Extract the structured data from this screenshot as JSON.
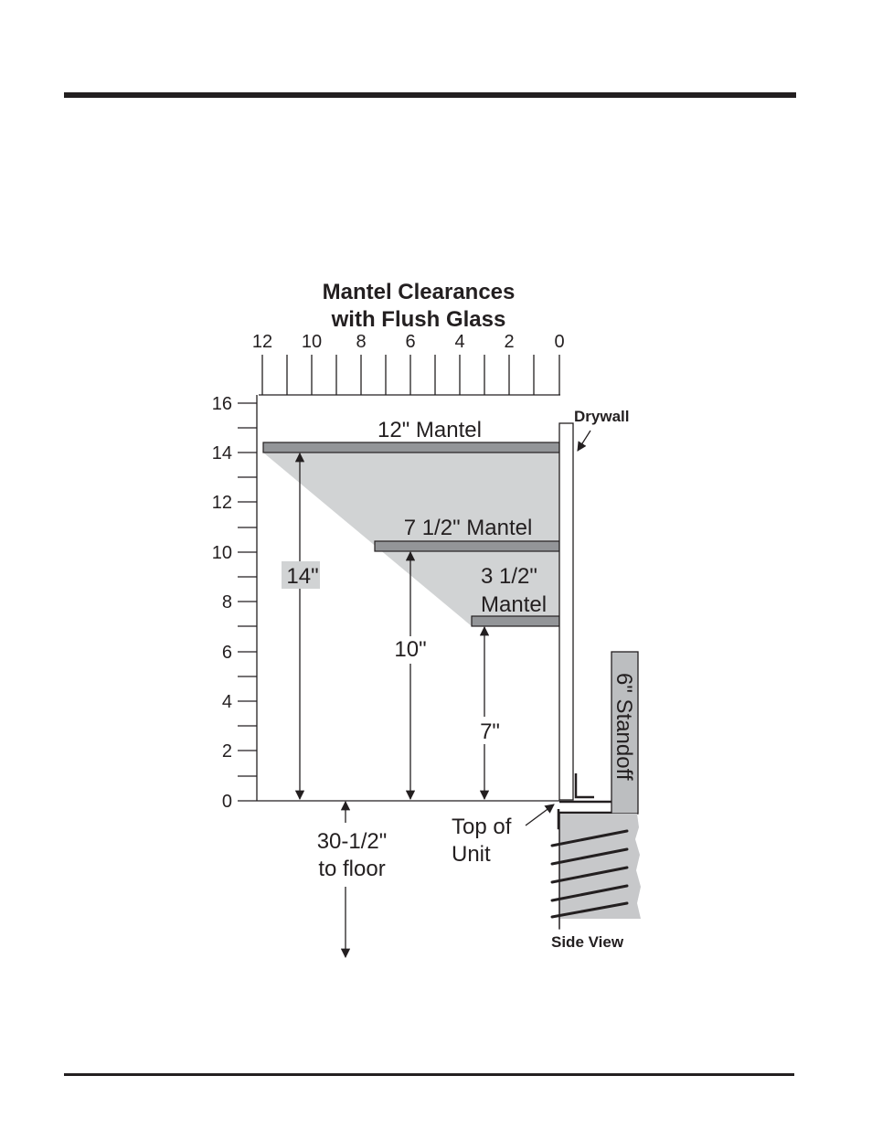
{
  "diagram": {
    "title_line1": "Mantel Clearances",
    "title_line2": "with Flush Glass",
    "x_ticks": [
      "12",
      "10",
      "8",
      "6",
      "4",
      "2",
      "0"
    ],
    "y_ticks": [
      "16",
      "14",
      "12",
      "10",
      "8",
      "6",
      "4",
      "2",
      "0"
    ],
    "mantels": [
      {
        "label": "12\" Mantel"
      },
      {
        "label": "7 1/2\" Mantel"
      },
      {
        "label_line1": "3 1/2\"",
        "label_line2": "Mantel"
      }
    ],
    "dimensions": [
      "14\"",
      "10\"",
      "7\""
    ],
    "floor_note_line1": "30-1/2\"",
    "floor_note_line2": "to floor",
    "top_of_unit_line1": "Top of",
    "top_of_unit_line2": "Unit",
    "drywall_label": "Drywall",
    "standoff_label": "6\" Standoff",
    "side_view_label": "Side View",
    "colors": {
      "ink": "#231f20",
      "shade": "#d1d3d4",
      "mantel": "#939598",
      "standoff": "#bcbec0",
      "hatch": "#c7c8ca"
    }
  }
}
